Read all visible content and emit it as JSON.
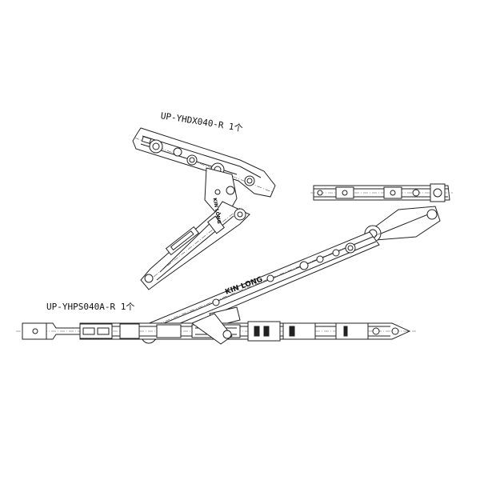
{
  "labels": {
    "part_top": "UP-YHDX040-R 1个",
    "part_left": "UP-YHPS040A-R 1个",
    "brand": "KIN LONG",
    "brand_small": "KIN LONG"
  }
}
